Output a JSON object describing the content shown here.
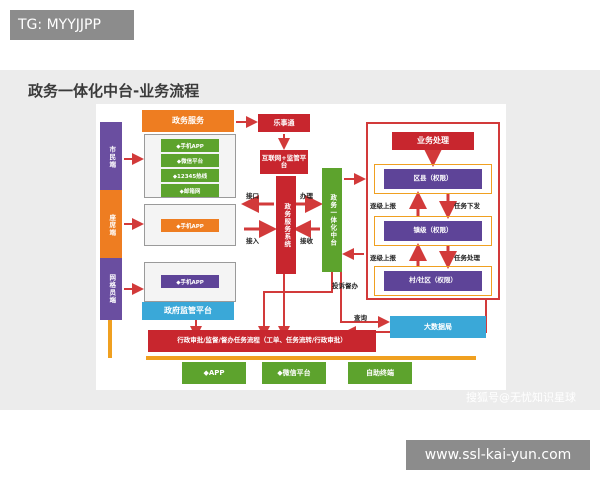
{
  "tag": "TG: MYYJJPP",
  "title": "政务一体化中台-业务流程",
  "left_channels": [
    "市民端",
    "座席端",
    "网格员端"
  ],
  "gov_service": "政务服务",
  "citizen_items": [
    "◆手机APP",
    "◆微信平台",
    "◆12345热线",
    "◆邮箱网"
  ],
  "seat_item": "◆手机APP",
  "grid_item": "◆手机APP",
  "gov_supervise": "政府监管平台",
  "leshi": "乐事通",
  "internet_platform": "互联网+监管平台",
  "gov_system": "政务服务系统",
  "middle_platform": "政务一体化中台",
  "arrow_labels": {
    "interface_top": "接口",
    "interface_bottom": "接入",
    "handle": "办理",
    "receive": "接收",
    "complaint": "投诉督办",
    "query": "查询",
    "report_up_1": "逐级上报",
    "task_down": "任务下发",
    "report_up_2": "逐级上报",
    "task_handle": "任务处理"
  },
  "business": {
    "header": "业务处理",
    "levels": [
      "区县（权限）",
      "镇级（权限）",
      "村/社区（权限）"
    ]
  },
  "big_data": "大数据局",
  "workflow": "行政审批/监督/督办任务流程（工单、任务流转/行政审批）",
  "terminals": [
    "◆APP",
    "◆微信平台",
    "自助终端"
  ],
  "watermark": "搜狐号@无忧知识星球",
  "url": "www.ssl-kai-yun.com",
  "colors": {
    "purple": "#6a4ea0",
    "orange": "#ee7d21",
    "green": "#5da32d",
    "red": "#c8262e",
    "blue": "#3aa8d8",
    "violet": "#5e4498",
    "arrow_red": "#d23a3a"
  }
}
